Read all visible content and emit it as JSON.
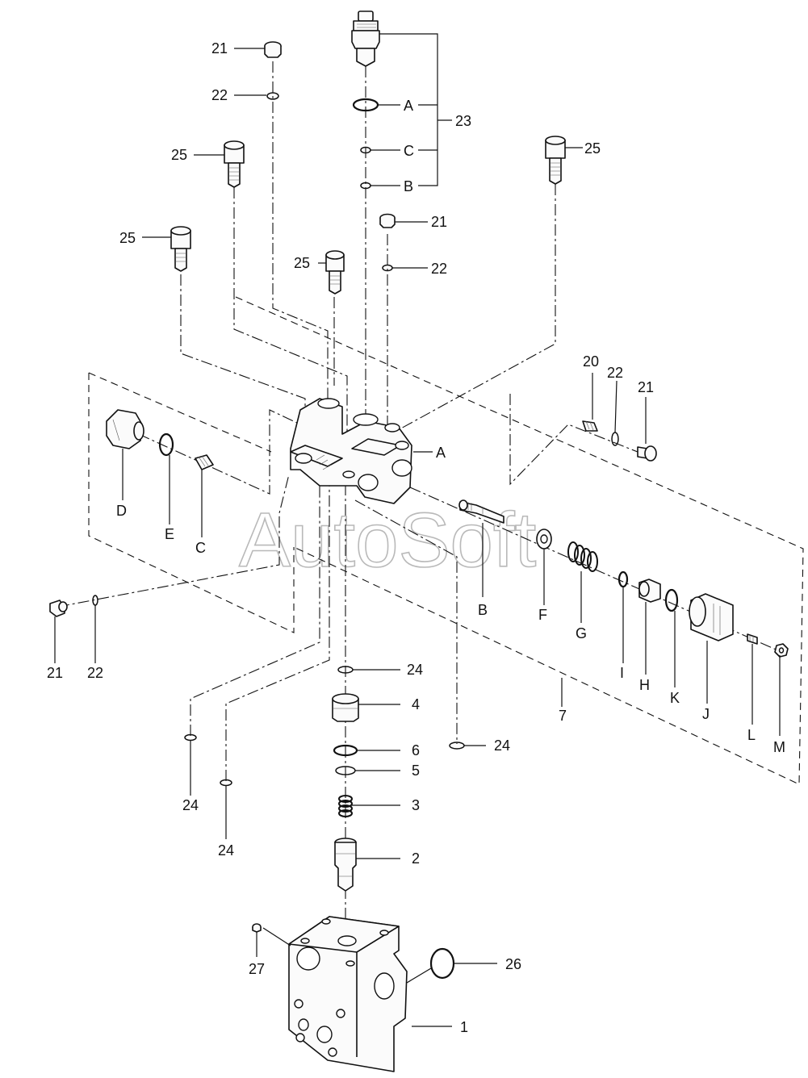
{
  "watermark": "AutoSoft",
  "callouts": {
    "c21a": "21",
    "c22a": "22",
    "c25a": "25",
    "c25b": "25",
    "c25c": "25",
    "c25d": "25",
    "c21b": "21",
    "c22b": "22",
    "cA1": "A",
    "cC1": "C",
    "cB1": "B",
    "c23": "23",
    "c20": "20",
    "c22c": "22",
    "c21c": "21",
    "cA2": "A",
    "cD": "D",
    "cE": "E",
    "cC2": "C",
    "cB2": "B",
    "cF": "F",
    "cG": "G",
    "cI": "I",
    "cH": "H",
    "cK": "K",
    "cJ": "J",
    "cL": "L",
    "cM": "M",
    "c7": "7",
    "c21d": "21",
    "c22d": "22",
    "c24a": "24",
    "c4": "4",
    "c6": "6",
    "c5": "5",
    "c3": "3",
    "c2": "2",
    "c24b": "24",
    "c24c": "24",
    "c24d": "24",
    "c27": "27",
    "c26": "26",
    "c1": "1"
  }
}
